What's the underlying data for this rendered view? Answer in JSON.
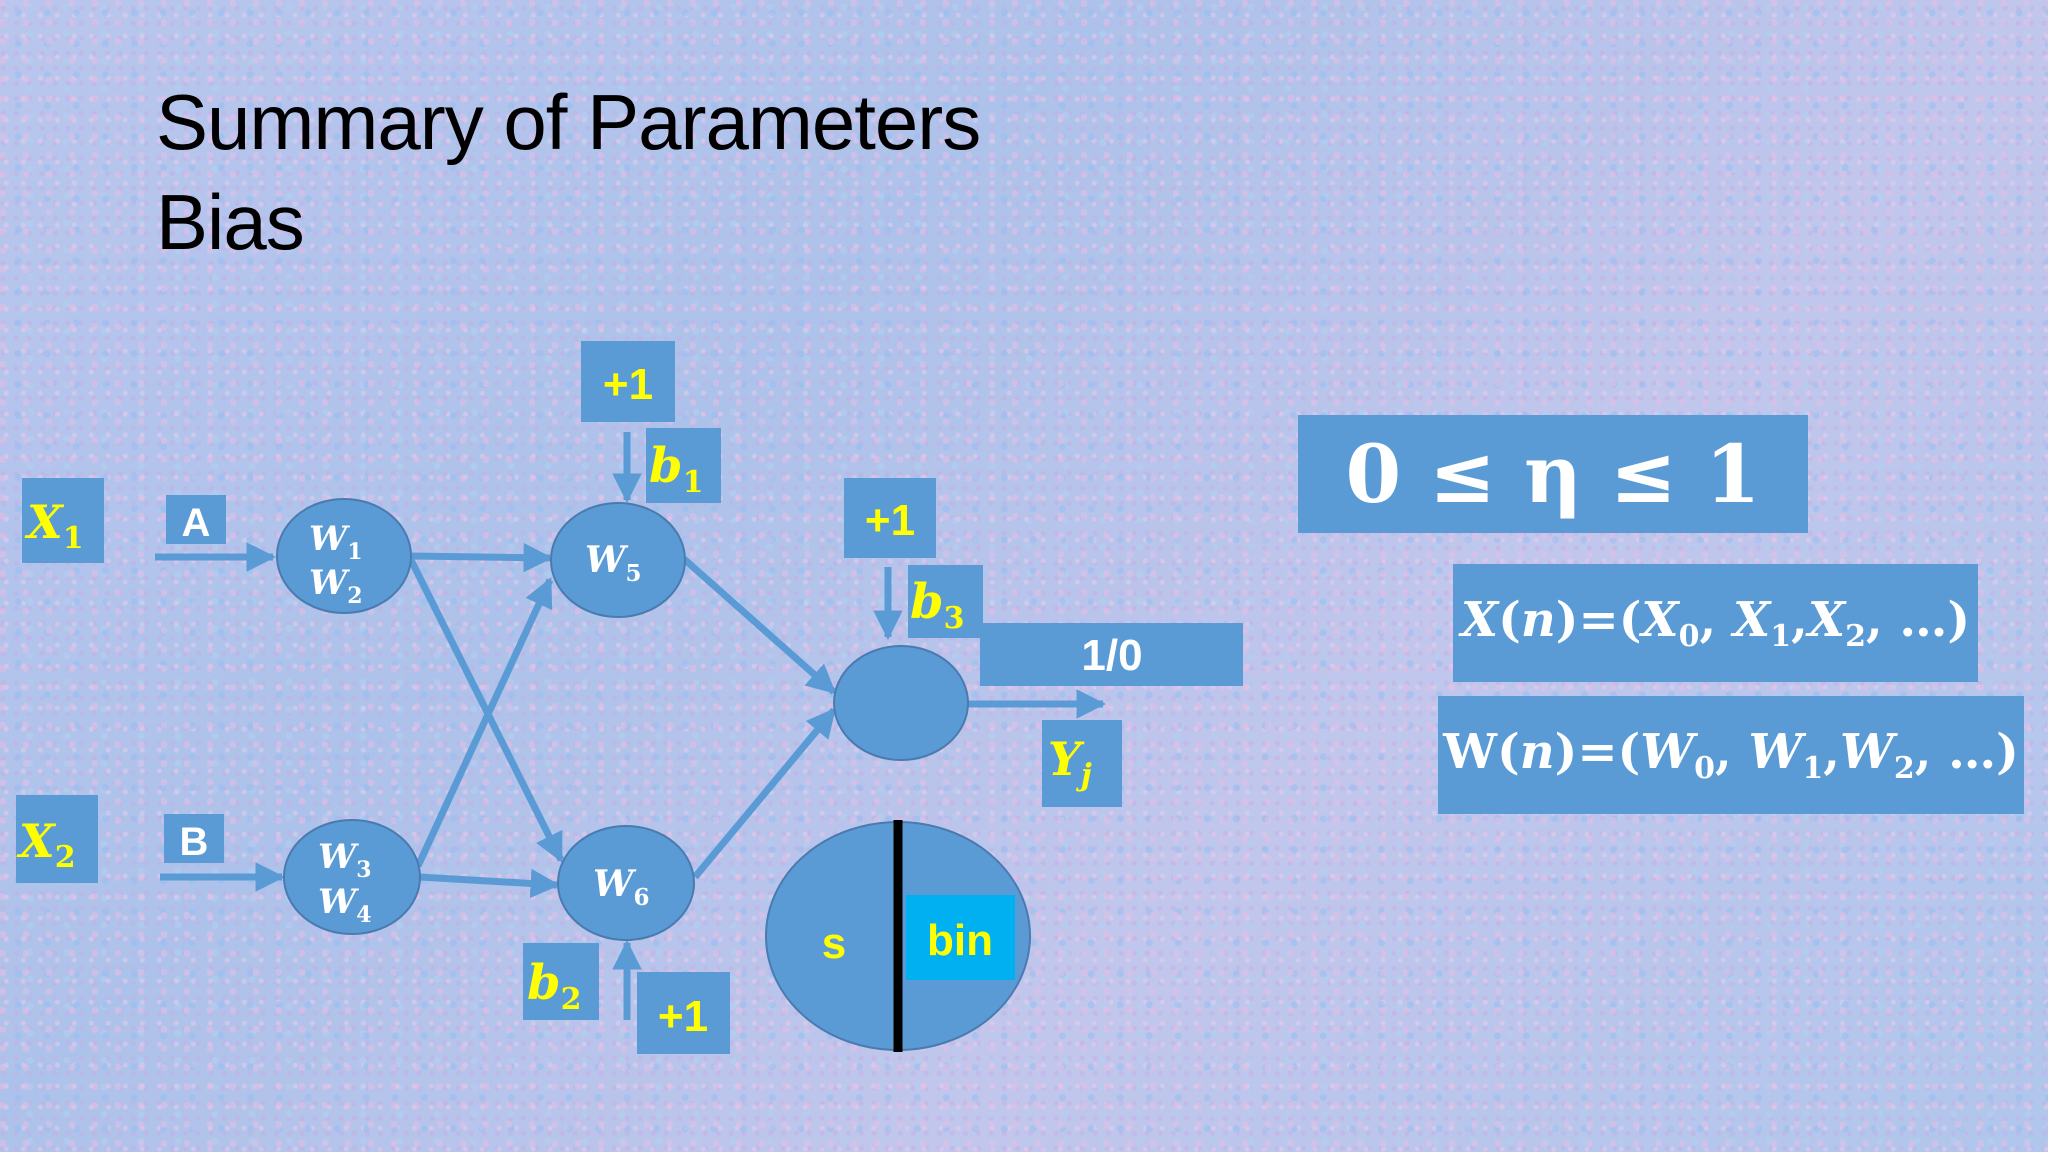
{
  "title": {
    "line1": "Summary of Parameters",
    "line2": "Bias"
  },
  "inputs": {
    "x1": "X",
    "x1_sub": "1",
    "x2": "X",
    "x2_sub": "2",
    "a": "A",
    "b": "B"
  },
  "nodes": {
    "n1_top": "W",
    "n1_top_sub": "1",
    "n1_bot": "W",
    "n1_bot_sub": "2",
    "n2_top": "W",
    "n2_top_sub": "3",
    "n2_bot": "W",
    "n2_bot_sub": "4",
    "n5": "W",
    "n5_sub": "5",
    "n6": "W",
    "n6_sub": "6"
  },
  "bias": {
    "plus_one": "+1",
    "b1": "b",
    "b1_sub": "1",
    "b2": "b",
    "b2_sub": "2",
    "b3": "b",
    "b3_sub": "3"
  },
  "output": {
    "value": "1/0",
    "y": "Y",
    "y_sub": "j"
  },
  "split_circle": {
    "left": "s",
    "right": "bin"
  },
  "formulas": {
    "eta": "0 ≤ η ≤ 1",
    "x_lead": "X",
    "x_n": "n",
    "x_parts": [
      "X",
      "0",
      "X",
      "1",
      "X",
      "2"
    ],
    "w_lead": "W",
    "w_n": "n",
    "w_parts": [
      "W",
      "0",
      "W",
      "1",
      "W",
      "2"
    ],
    "ellipsis": "…"
  },
  "colors": {
    "background": "#b6c7ec",
    "box_blue": "#5b9bd5",
    "label_yellow": "#ffff00",
    "bin_cyan": "#00b0f0",
    "text_white": "#ffffff"
  }
}
